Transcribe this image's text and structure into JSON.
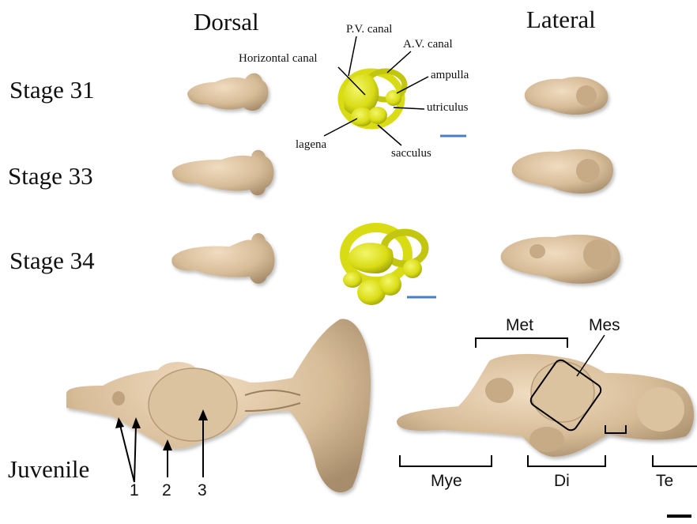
{
  "columns": {
    "dorsal": "Dorsal",
    "lateral": "Lateral"
  },
  "stages": [
    "Stage 31",
    "Stage 33",
    "Stage 34",
    "Juvenile"
  ],
  "ear_labels": {
    "pv_canal": "P.V. canal",
    "av_canal": "A.V. canal",
    "horizontal_canal": "Horizontal canal",
    "ampulla": "ampulla",
    "utriculus": "utriculus",
    "lagena": "lagena",
    "sacculus": "sacculus"
  },
  "dorsal_markers": [
    "1",
    "2",
    "3"
  ],
  "regions": {
    "met": "Met",
    "mes": "Mes",
    "mye": "Mye",
    "di": "Di",
    "te": "Te"
  },
  "colors": {
    "brain": "#d7bc98",
    "brain_shadow": "#a88d6c",
    "inner_ear": "#d9dc14",
    "scale_bar_blue": "#4a7fc6",
    "scale_bar_black": "#000000"
  }
}
